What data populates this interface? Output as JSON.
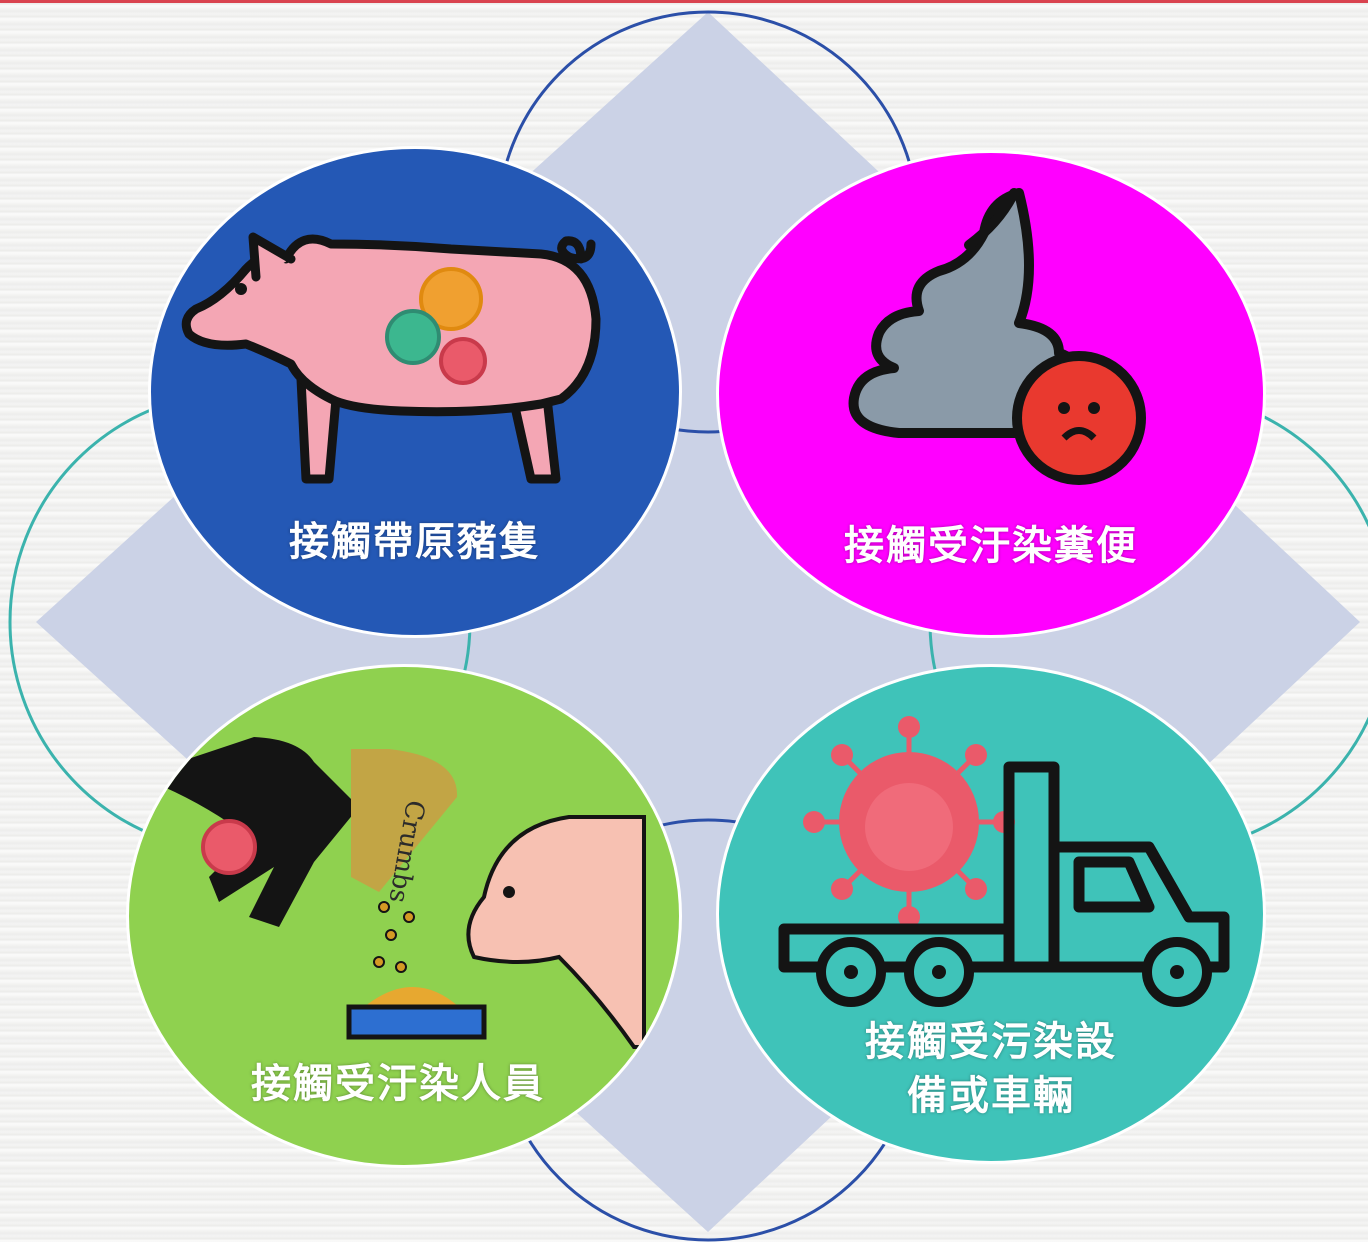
{
  "colors": {
    "diamond": "#cbd2e6",
    "ring_blue": "#2b4fa8",
    "ring_teal": "#3bb3ad",
    "circle_pig": "#2458b5",
    "circle_feces": "#ff00ff",
    "circle_people": "#8fd14f",
    "circle_vehicle": "#3fc3b9"
  },
  "routes": [
    {
      "label": "接觸帶原豬隻",
      "icon": "infected-pig-icon"
    },
    {
      "label": "接觸受汙染糞便",
      "icon": "feces-virus-icon"
    },
    {
      "label": "接觸受汙染人員",
      "icon": "hand-feed-pig-icon",
      "bag_text": "Crumbs"
    },
    {
      "label_line1": "接觸受污染設",
      "label_line2": "備或車輛",
      "icon": "truck-virus-icon"
    }
  ]
}
